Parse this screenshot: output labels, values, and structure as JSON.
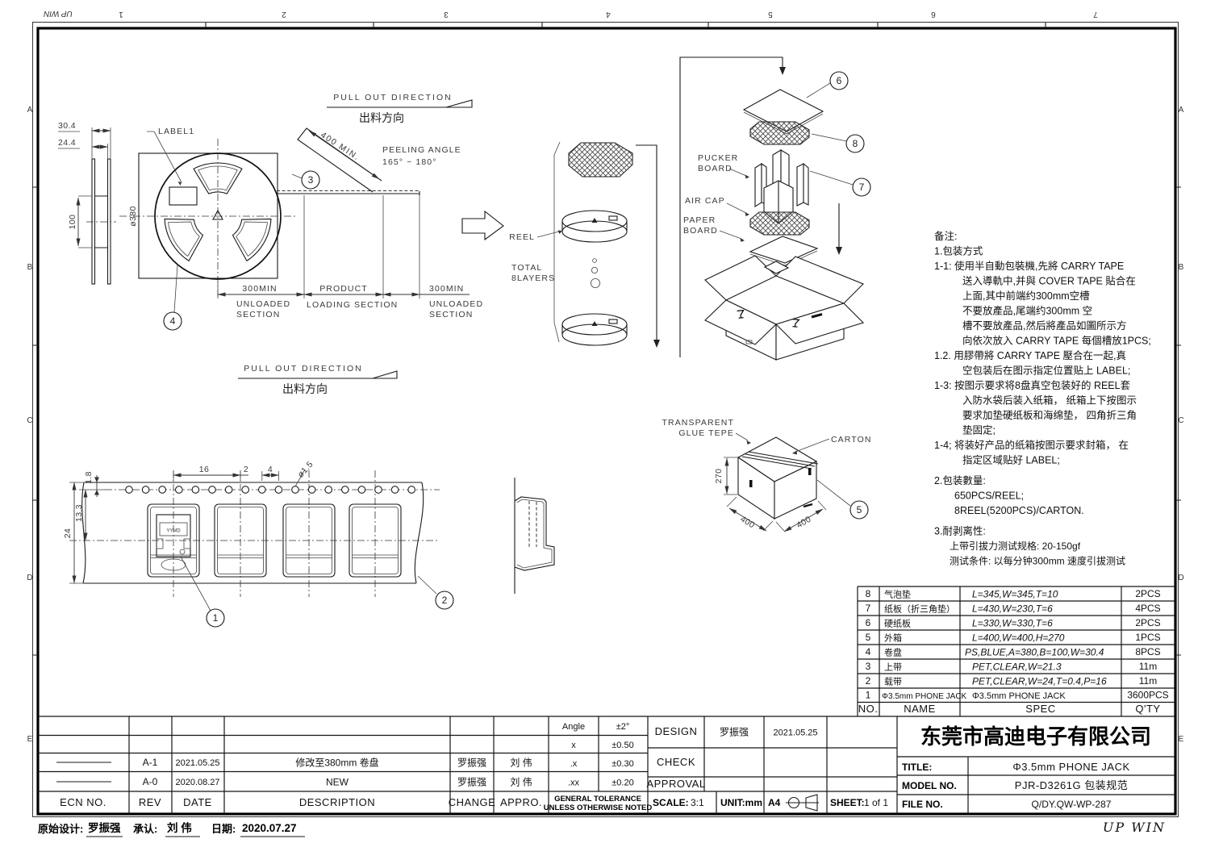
{
  "border": {
    "cols": [
      "1",
      "2",
      "3",
      "4",
      "5",
      "6",
      "7"
    ],
    "rows": [
      "A",
      "B",
      "C",
      "D",
      "E"
    ],
    "watermark": "UP WIN"
  },
  "footer": {
    "design_label": "原始设计:",
    "design": "罗振强",
    "approve_label": "承认:",
    "approve": "刘 伟",
    "date_label": "日期:",
    "date": "2020.07.27"
  },
  "rev": {
    "headers": {
      "ecn": "ECN NO.",
      "rev": "REV",
      "date": "DATE",
      "desc": "DESCRIPTION",
      "change": "CHANGE",
      "appro": "APPRO."
    },
    "rows": [
      {
        "rev": "A-1",
        "date": "2021.05.25",
        "desc": "修改至380mm 卷盘",
        "change": "罗振强",
        "appro": "刘 伟"
      },
      {
        "rev": "A-0",
        "date": "2020.08.27",
        "desc": "NEW",
        "change": "罗振强",
        "appro": "刘 伟"
      }
    ]
  },
  "tol": {
    "r0l": "Angle",
    "r0v": "±2°",
    "r1l": "x",
    "r1v": "±0.50",
    "r2l": ".x",
    "r2v": "±0.30",
    "r3l": ".xx",
    "r3v": "±0.20",
    "note1": "GENERAL TOLERANCE",
    "note2": "UNLESS OTHERWISE NOTED"
  },
  "sign": {
    "design": "DESIGN",
    "design_name": "罗振强",
    "design_date": "2021.05.25",
    "check": "CHECK",
    "approval": "APPROVAL",
    "scale_label": "SCALE:",
    "scale": "3:1",
    "unit": "UNIT:mm",
    "paper": "A4",
    "sheet_label": "SHEET:",
    "sheet": "1 of 1"
  },
  "company": {
    "name": "东莞市高迪电子有限公司",
    "title_label": "TITLE:",
    "title": "Φ3.5mm PHONE JACK",
    "model_label": "MODEL NO.",
    "model": "PJR-D3261G 包装规范",
    "file_label": "FILE NO.",
    "file": "Q/DY.QW-WP-287"
  },
  "parts": {
    "h0": "NO.",
    "h1": "NAME",
    "h2": "SPEC",
    "h3": "Q'TY",
    "rows": [
      [
        "8",
        "气泡垫",
        "L=345,W=345,T=10",
        "2PCS"
      ],
      [
        "7",
        "纸板（折三角垫）",
        "L=430,W=230,T=6",
        "4PCS"
      ],
      [
        "6",
        "硬纸板",
        "L=330,W=330,T=6",
        "2PCS"
      ],
      [
        "5",
        "外箱",
        "L=400,W=400,H=270",
        "1PCS"
      ],
      [
        "4",
        "卷盘",
        "PS,BLUE,A=380,B=100,W=30.4",
        "8PCS"
      ],
      [
        "3",
        "上带",
        "PET,CLEAR,W=21.3",
        "11m"
      ],
      [
        "2",
        "载带",
        "PET,CLEAR,W=24,T=0.4,P=16",
        "11m"
      ],
      [
        "1",
        "Φ3.5mm PHONE JACK",
        "Φ3.5mm PHONE JACK",
        "3600PCS"
      ]
    ]
  },
  "notes": {
    "lines": [
      "备注:",
      "1.包装方式",
      "1-1: 使用半自動包裝機,先將 CARRY TAPE",
      "送入導軌中,并與 COVER TAPE 貼合在",
      "上面,其中前端约300mm空槽",
      "不要放產品,尾端约300mm 空",
      "槽不要放產品,然后將產品如圖所示方",
      "向依次放入 CARRY TAPE 每個槽放1PCS;",
      "1.2. 用膠帶將 CARRY TAPE 壓合在一起,真",
      "空包装后在图示指定位置贴上 LABEL;",
      "1-3: 按图示要求将8盘真空包装好的 REEL套",
      "入防水袋后装入纸箱， 纸箱上下按图示",
      "要求加垫硬纸板和海绵垫， 四角折三角",
      "垫固定;",
      "1-4; 将装好产品的纸箱按图示要求封箱， 在",
      "指定区域贴好 LABEL;",
      "2.包装數量:",
      "650PCS/REEL;",
      "8REEL(5200PCS)/CARTON.",
      "3.耐剥离性:",
      "上带引拔力测试规格: 20-150gf",
      "测试条件: 以每分钟300mm 速度引拔测试"
    ]
  },
  "anno": {
    "label1": "LABEL1",
    "d304": "30.4",
    "d244": "24.4",
    "d100": "100",
    "d380": "ø380",
    "pull": "PULL OUT DIRECTION",
    "pull_cn": "出料方向",
    "d400min": "400 MIN.",
    "peel1": "PEELING ANGLE",
    "peel2": "165° ~ 180°",
    "d300min": "300MIN",
    "unloaded": "UNLOADED",
    "section": "SECTION",
    "product": "PRODUCT",
    "loading": "LOADING SECTION",
    "reel": "REEL",
    "total": "TOTAL",
    "layers": "8LAYERS",
    "pucker": "PUCKER",
    "board": "BOARD",
    "aircap": "AIR CAP",
    "paper": "PAPER",
    "transparent": "TRANSPARENT",
    "glue": "GLUE TEPE",
    "carton": "CARTON",
    "d270": "270",
    "d400": "400",
    "d16": "16",
    "d2": "2",
    "d4": "4",
    "d15": "ø1.5",
    "d18": "1.8",
    "d133": "13.3",
    "d24": "24",
    "prod_label": "YYMD"
  },
  "balloons": {
    "b1": "1",
    "b2": "2",
    "b3": "3",
    "b4": "4",
    "b5": "5",
    "b6": "6",
    "b7": "7",
    "b8": "8"
  }
}
